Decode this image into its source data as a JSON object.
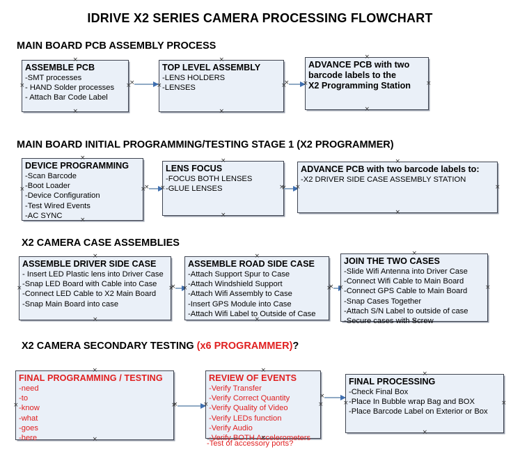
{
  "document": {
    "title": "IDRIVE X2  SERIES CAMERA PROCESSING FLOWCHART"
  },
  "sections": [
    {
      "id": "main-board-pcb-assembly",
      "header": "MAIN BOARD PCB ASSEMBLY PROCESS",
      "header_red": "",
      "header_suffix": ""
    },
    {
      "id": "main-board-initial-programming",
      "header": "MAIN BOARD INITIAL PROGRAMMING/TESTING STAGE 1 (X2 PROGRAMMER)",
      "header_red": "",
      "header_suffix": ""
    },
    {
      "id": "x2-camera-case-assemblies",
      "header": "X2 CAMERA CASE ASSEMBLIES",
      "header_red": "",
      "header_suffix": ""
    },
    {
      "id": "x2-camera-secondary-testing",
      "header": "X2 CAMERA SECONDARY TESTING ",
      "header_red": "(x6 PROGRAMMER)",
      "header_suffix": "?"
    }
  ],
  "nodes": [
    {
      "id": "assemble-pcb",
      "title": "ASSEMBLE PCB",
      "lines": [
        "-SMT processes",
        "- HAND Solder processes",
        "- Attach Bar Code Label"
      ]
    },
    {
      "id": "top-level-assembly",
      "title": "TOP LEVEL ASSEMBLY",
      "lines": [
        "-LENS HOLDERS",
        "-LENSES"
      ]
    },
    {
      "id": "advance-pcb-programming-station",
      "title": "ADVANCE PCB with two",
      "lines": [
        "barcode labels to the",
        " X2 Programming Station"
      ]
    },
    {
      "id": "device-programming",
      "title": "DEVICE PROGRAMMING",
      "lines": [
        "-Scan Barcode",
        "-Boot Loader",
        "-Device Configuration",
        "-Test Wired Events",
        "-AC SYNC"
      ]
    },
    {
      "id": "lens-focus",
      "title": "LENS FOCUS",
      "lines": [
        "-FOCUS BOTH LENSES",
        "-GLUE LENSES"
      ]
    },
    {
      "id": "advance-pcb-driver-side-case",
      "title": "ADVANCE PCB with two barcode labels to:",
      "lines": [
        "-X2 DRIVER  SIDE  CASE  ASSEMBLY STATION"
      ]
    },
    {
      "id": "assemble-driver-side-case",
      "title": "ASSEMBLE DRIVER SIDE CASE",
      "lines": [
        "- Insert LED Plastic lens into Driver Case",
        "-Snap LED Board with Cable into Case",
        "-Connect LED Cable to X2 Main Board",
        "-Snap Main Board into case"
      ]
    },
    {
      "id": "assemble-road-side-case",
      "title": "ASSEMBLE ROAD SIDE CASE",
      "lines": [
        "-Attach Support Spur to Case",
        "-Attach Windshield Support",
        "-Attach Wifi Assembly to Case",
        "-Insert GPS Module into Case",
        "-Attach Wifi Label to Outside of Case"
      ]
    },
    {
      "id": "join-the-two-cases",
      "title": "JOIN THE TWO CASES",
      "lines": [
        "-Slide Wifi Antenna into Driver Case",
        "-Connect Wifi Cable to Main Board",
        "-Connect GPS Cable to Main Board",
        "-Snap Cases Together",
        "-Attach S/N Label to outside of case",
        "-Secure cases with Screw"
      ]
    },
    {
      "id": "final-programming-testing",
      "title": "FINAL PROGRAMMING / TESTING",
      "lines": [
        "-need",
        "-to",
        "-know",
        "-what",
        "-goes",
        "-here"
      ]
    },
    {
      "id": "review-of-events",
      "title": "REVIEW OF EVENTS",
      "lines": [
        "-Verify Transfer",
        "-Verify Correct Quantity",
        "-Verify Quality of Video",
        "-Verify LEDs function",
        "-Verify Audio",
        "-Verify BOTH Accelerometers"
      ],
      "overflow_line": "-Test of accessory ports?"
    },
    {
      "id": "final-processing",
      "title": "FINAL PROCESSING",
      "lines": [
        " -Check Final Box",
        "-Place In Bubble wrap Bag and BOX",
        "-Place Barcode Label on Exterior or Box"
      ]
    }
  ],
  "colors": {
    "node_fill": "#eaf0f8",
    "node_border": "#3f4450",
    "connector": "#8fa9c4",
    "arrow": "#3f6fb0",
    "accent_red": "#e02020",
    "text": "#000000"
  }
}
